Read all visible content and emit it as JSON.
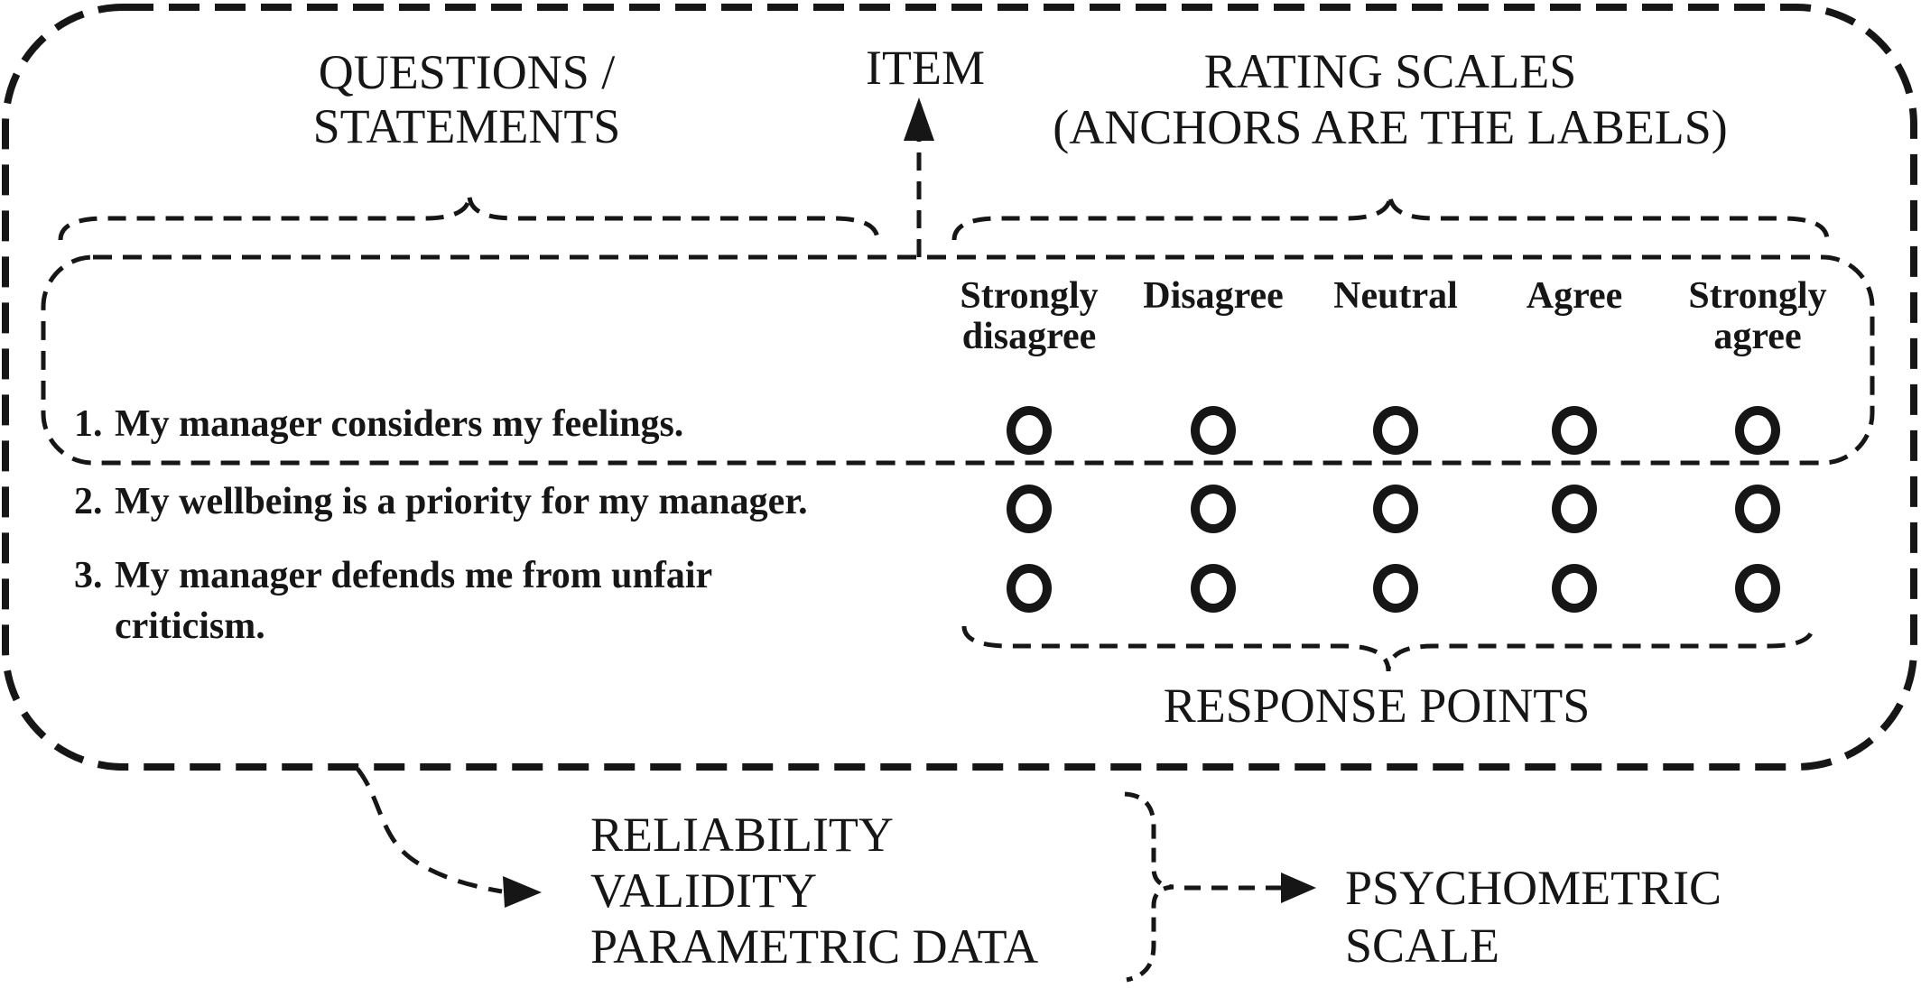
{
  "diagram": {
    "colors": {
      "ink": "#161616",
      "background": "#ffffff"
    },
    "labels": {
      "questions_title_line1": "QUESTIONS /",
      "questions_title_line2": "STATEMENTS",
      "item": "ITEM",
      "rating_title_line1": "RATING SCALES",
      "rating_title_line2": "(ANCHORS ARE THE LABELS)",
      "response_points": "RESPONSE POINTS"
    },
    "anchors": [
      {
        "lines": [
          "Strongly",
          "disagree"
        ]
      },
      {
        "lines": [
          "Disagree",
          ""
        ]
      },
      {
        "lines": [
          "Neutral",
          ""
        ]
      },
      {
        "lines": [
          "Agree",
          ""
        ]
      },
      {
        "lines": [
          "Strongly",
          "agree"
        ]
      }
    ],
    "questions": [
      {
        "number": "1.",
        "text": "My manager considers my feelings."
      },
      {
        "number": "2.",
        "text": "My wellbeing is a priority for my manager."
      },
      {
        "number": "3.",
        "text": "My manager defends me from unfair criticism."
      }
    ],
    "outputs": {
      "line1": "RELIABILITY",
      "line2": "VALIDITY",
      "line3": "PARAMETRIC DATA"
    },
    "result": {
      "line1": "PSYCHOMETRIC",
      "line2": "SCALE"
    }
  }
}
